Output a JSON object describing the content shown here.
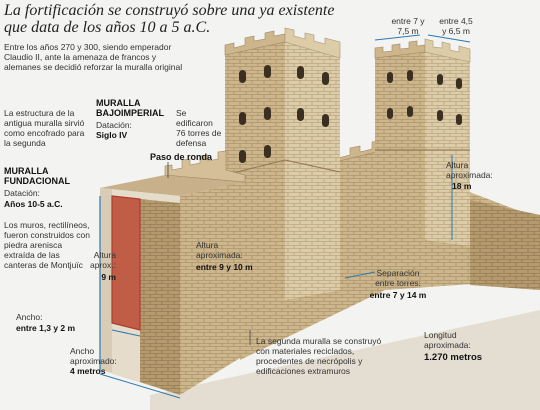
{
  "title": "La fortificación se construyó sobre una ya existente que data de los años 10 a 5 a.C.",
  "intro": "Entre los años 270 y 300, siendo emperador Claudio II, ante la amenaza de francos y alemanes se decidió reforzar la muralla original",
  "structure_note": "La estructura de la antigua muralla sirvió como encofrado para la segunda",
  "muralla_bajoimperial": {
    "title": "MURALLA BAJOIMPERIAL",
    "dating_label": "Datación:",
    "dating_value": "Siglo IV"
  },
  "towers_note": "Se edificaron 76 torres de defensa",
  "paso_ronda": "Paso de ronda",
  "muralla_fundacional": {
    "title": "MURALLA FUNDACIONAL",
    "dating_label": "Datación:",
    "dating_value": "Años 10-5 a.C."
  },
  "stone_note": "Los muros, rectilíneos, fueron construidos con piedra arenisca extraída de las canteras de Montjuïc",
  "altura_inner": {
    "label": "Altura aprox.:",
    "value": "9 m"
  },
  "ancho_inner": {
    "label": "Ancho:",
    "value": "entre 1,3 y 2 m"
  },
  "ancho_total": {
    "label": "Ancho aproximado:",
    "value": "4 metros"
  },
  "altura_wall": {
    "label": "Altura aproximada:",
    "value": "entre 9 y 10 m"
  },
  "separacion": {
    "label": "Separación entre torres:",
    "value": "entre 7 y 14 m"
  },
  "altura_torre": {
    "label": "Altura aproximada:",
    "value": "18 m"
  },
  "dim_tower1": "entre 7 y 7,5 m",
  "dim_tower2": "entre 4,5 y 6,5 m",
  "second_wall_note": "La segunda muralla se construyó con materiales reciclados, procedentes de necrópolis y edificaciones extramuros",
  "longitud": {
    "label": "Longitud aproximada:",
    "value": "1.270 metros"
  },
  "colors": {
    "stone_light": "#d9c7a1",
    "stone_mid": "#c2a878",
    "stone_dark": "#8f7650",
    "accent_blue": "#2a7ab0",
    "accent_red": "#b03a2e"
  }
}
